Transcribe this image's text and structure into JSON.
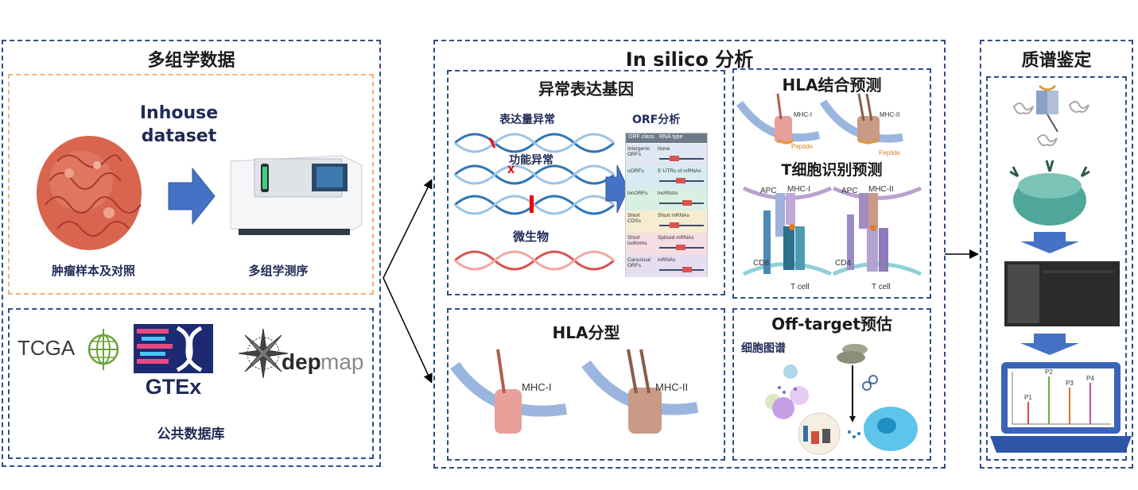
{
  "panels": {
    "multiomics": {
      "title": "多组学数据",
      "inhouse_title_line1": "Inhouse",
      "inhouse_title_line2": "dataset",
      "sample_label": "肿瘤样本及对照",
      "sequencing_label": "多组学测序",
      "public_label": "公共数据库",
      "logos": {
        "tcga": "TCGA",
        "gtex": "GTEx",
        "depmap_dep": "dep",
        "depmap_map": "map"
      }
    },
    "insilico": {
      "title": "In silico 分析",
      "aberrant": {
        "title": "异常表达基因",
        "expr_label": "表达量异常",
        "func_label": "功能异常",
        "microbe_label": "微生物",
        "orf_label": "ORF分析",
        "orf_table": {
          "header_col1": "ORF class",
          "header_col2": "RNA type",
          "rows": [
            {
              "c1": "Intergenic ORFs",
              "c2": "None",
              "color": "#dfe7f3"
            },
            {
              "c1": "uORFs",
              "c2": "5′ UTRs of mRNAs",
              "color": "#d6ecf2"
            },
            {
              "c1": "lncORFs",
              "c2": "lncRNAs",
              "color": "#d8efe3"
            },
            {
              "c1": "Short CDSs",
              "c2": "Short mRNAs",
              "color": "#f6ecd0"
            },
            {
              "c1": "Short isoforms",
              "c2": "Spliced mRNAs",
              "color": "#f4dde3"
            },
            {
              "c1": "Canonical ORFs",
              "c2": "mRNAs",
              "color": "#e4def0"
            }
          ]
        }
      },
      "hla_binding": {
        "title": "HLA结合预测",
        "mhc1": "MHC-I",
        "mhc2": "MHC-II",
        "peptide": "Peptide"
      },
      "tcell": {
        "title": "T细胞识别预测",
        "apc": "APC",
        "mhc1": "MHC-I",
        "mhc2": "MHC-II",
        "cd8": "CD8",
        "cd4": "CD4",
        "tcell": "T cell"
      },
      "hla_typing": {
        "title": "HLA分型",
        "mhc1": "MHC-I",
        "mhc2": "MHC-II"
      },
      "offtarget": {
        "title": "Off-target预估",
        "atlas_label": "细胞图谱"
      }
    },
    "ms": {
      "title": "质谱鉴定",
      "peaks": [
        "P1",
        "P2",
        "P3",
        "P4"
      ]
    }
  },
  "colors": {
    "border": "#2f4f86",
    "orange_border": "#f2b183",
    "arrow_fill": "#4472c4",
    "dna_blue": "#2e75b6",
    "dna_red": "#d9534f",
    "mhc1": "#e8a09a",
    "mhc2": "#c99a86"
  }
}
